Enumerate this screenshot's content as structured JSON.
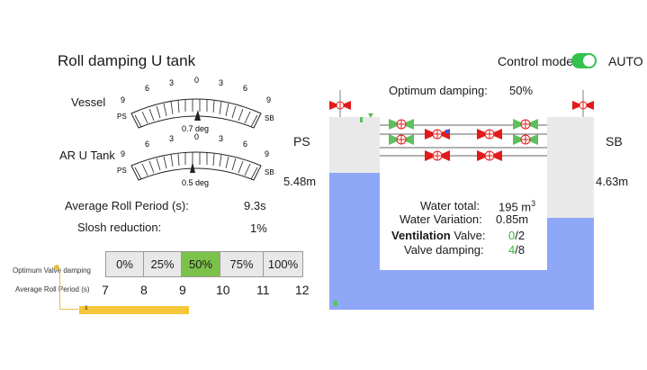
{
  "title": "Roll damping U tank",
  "control": {
    "mode_label": "Control mode",
    "mode_value": "AUTO",
    "toggle_on": true
  },
  "gauges": [
    {
      "label": "Vessel",
      "ticks": [
        "9",
        "6",
        "3",
        "0",
        "3",
        "6",
        "9"
      ],
      "left_end": "PS",
      "right_end": "SB",
      "reading": "0.7 deg"
    },
    {
      "label": "AR U Tank",
      "ticks": [
        "9",
        "6",
        "3",
        "0",
        "3",
        "6",
        "9"
      ],
      "left_end": "PS",
      "right_end": "SB",
      "reading": "0.5 deg"
    }
  ],
  "stats": {
    "avg_roll_label": "Average Roll Period (s):",
    "avg_roll_value": "9.3s",
    "slosh_label": "Slosh reduction:",
    "slosh_value": "1%"
  },
  "damping_selector": {
    "label": "Optimum Valve damping",
    "options": [
      "0%",
      "25%",
      "50%",
      "75%",
      "100%"
    ],
    "selected": "50%"
  },
  "roll_period_scale": {
    "label": "Average Roll Period (s)",
    "values": [
      "7",
      "8",
      "9",
      "10",
      "11",
      "12"
    ],
    "bar_value": "3"
  },
  "u_tank": {
    "optimum_label": "Optimum damping:",
    "optimum_value": "50%",
    "ps_label": "PS",
    "sb_label": "SB",
    "ps_level": "5.48m",
    "sb_level": "4.63m",
    "water_total_label": "Water total:",
    "water_total_value": "195 m",
    "water_total_unit_sup": "3",
    "water_var_label": "Water Variation:",
    "water_var_value": "0.85m",
    "vent_label_bold": "Ventilation",
    "vent_label_rest": " Valve:",
    "vent_open": "0",
    "vent_total": "/2",
    "valve_label": "Valve damping:",
    "valve_open": "4",
    "valve_total": "/8",
    "colors": {
      "water": "#8ea7f7",
      "tank": "#e9e9e9",
      "valve_open": "#5cc15c",
      "valve_closed": "#e21a1a"
    }
  }
}
